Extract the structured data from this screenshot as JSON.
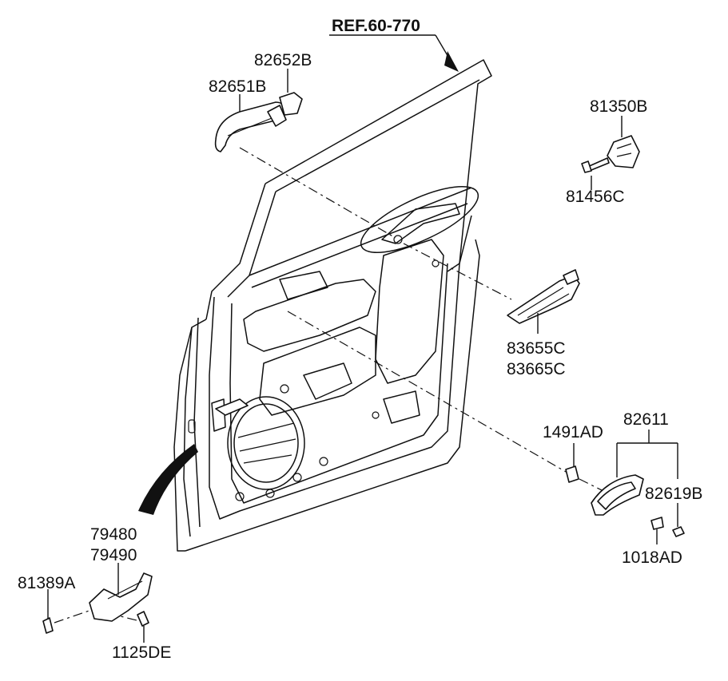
{
  "reference": "REF.60-770",
  "labels": {
    "p82652B": "82652B",
    "p82651B": "82651B",
    "p81350B": "81350B",
    "p81456C": "81456C",
    "p83655C": "83655C",
    "p83665C": "83665C",
    "p82611": "82611",
    "p1491AD": "1491AD",
    "p82619B": "82619B",
    "p1018AD": "1018AD",
    "p79480": "79480",
    "p79490": "79490",
    "p81389A": "81389A",
    "p1125DE": "1125DE"
  }
}
